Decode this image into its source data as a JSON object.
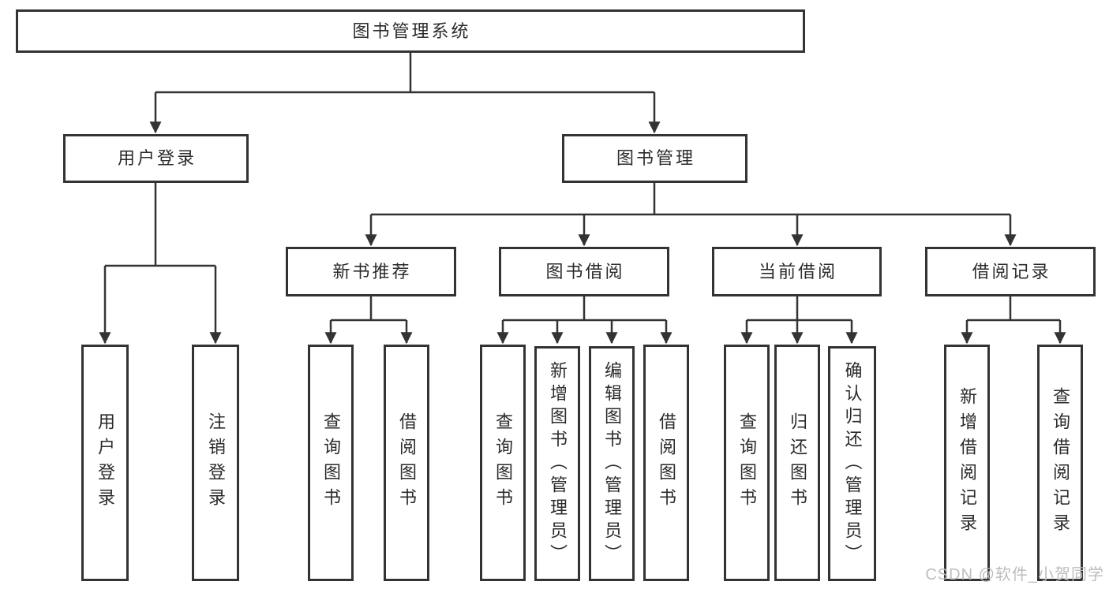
{
  "diagram": {
    "title": "图书管理系统",
    "nodes": {
      "root": "图书管理系统",
      "user_login": "用户登录",
      "book_mgmt": "图书管理",
      "new_book_rec": "新书推荐",
      "book_borrow": "图书借阅",
      "current_borrow": "当前借阅",
      "borrow_record": "借阅记录",
      "leaf_user_login": "用户登录",
      "leaf_logout": "注销登录",
      "leaf_nb_query": "查询图书",
      "leaf_nb_borrow": "借阅图书",
      "leaf_bb_query": "查询图书",
      "leaf_bb_add": "新增图书（管理员）",
      "leaf_bb_edit": "编辑图书（管理员）",
      "leaf_bb_borrow": "借阅图书",
      "leaf_cb_query": "查询图书",
      "leaf_cb_return": "归还图书",
      "leaf_cb_confirm": "确认归还（管理员）",
      "leaf_br_add": "新增借阅记录",
      "leaf_br_query": "查询借阅记录"
    },
    "colors": {
      "line": "#333333",
      "box_border": "#333333",
      "text": "#2b2b2b",
      "watermark": "#bdbdbd",
      "background": "#ffffff"
    }
  },
  "watermark": "CSDN @软件_小贺同学"
}
